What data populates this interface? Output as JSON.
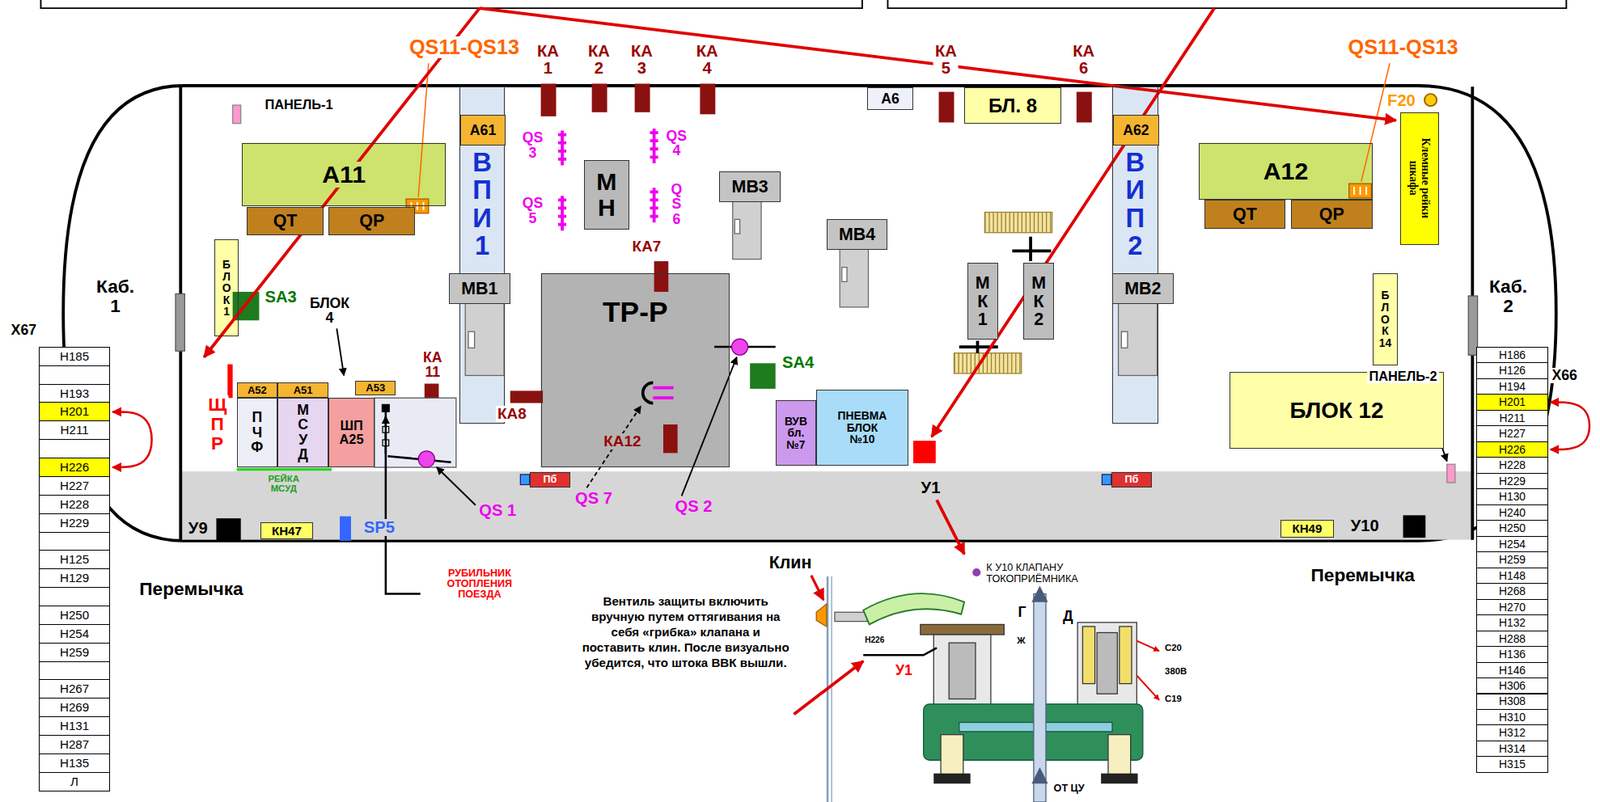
{
  "diagram": {
    "nodes": [
      {
        "text": [
          "А11"
        ]
      },
      {
        "text": [
          "QT"
        ]
      },
      {
        "text": [
          "QP"
        ]
      },
      {
        "text": [
          "Б Л О К 1"
        ]
      },
      {
        "text": [
          "В П И 1"
        ]
      },
      {
        "text": [
          "А61"
        ],
        "in": 4
      },
      {
        "text": [
          "М Н"
        ]
      },
      {
        "text": [
          "МВ1"
        ]
      },
      {
        "text": [
          "МВ3"
        ]
      },
      {
        "text": [
          "А6"
        ]
      },
      {
        "text": [
          "БЛ. 8"
        ]
      },
      {
        "text": [
          "МВ4"
        ]
      },
      {
        "text": [
          "ТР-Р"
        ]
      },
      {
        "text": [
          "ВУВ бл.№7"
        ]
      },
      {
        "text": [
          "ПНЕВМА БЛОК №10"
        ]
      },
      {
        "text": [
          "М К 1"
        ]
      },
      {
        "text": [
          "М К 2"
        ]
      },
      {
        "text": [
          "В И П 2"
        ]
      },
      {
        "text": [
          "А62"
        ],
        "in": 17
      },
      {
        "text": [
          "МВ2"
        ]
      },
      {
        "text": [
          "А12"
        ]
      },
      {
        "text": [
          "QT"
        ]
      },
      {
        "text": [
          "QP"
        ]
      },
      {
        "text": [
          "Клемные рейки шкафа"
        ]
      },
      {
        "text": [
          "Б Л О К 14"
        ]
      },
      {
        "text": [
          "БЛОК 12"
        ]
      },
      {
        "text": [
          "А52"
        ]
      },
      {
        "text": [
          "А51"
        ]
      },
      {
        "text": [
          "А53"
        ]
      },
      {
        "text": [
          "П Ч Ф"
        ]
      },
      {
        "text": [
          "М С У Д"
        ]
      },
      {
        "text": [
          "ШП А25"
        ]
      },
      {
        "text": [
          "Пб"
        ]
      },
      {
        "text": [
          "Пб"
        ]
      },
      {
        "text": [
          "КН47"
        ]
      },
      {
        "text": [
          "КН49"
        ]
      },
      {
        "text": [
          "Х67"
        ]
      },
      {
        "text": [
          "Н185"
        ],
        "in": 36
      },
      {
        "text": [
          "Н193"
        ],
        "in": 36
      },
      {
        "text": [
          "Н201"
        ],
        "in": 36
      },
      {
        "text": [
          "Н211"
        ],
        "in": 36
      },
      {
        "text": [
          "Н226"
        ],
        "in": 36
      },
      {
        "text": [
          "Н227"
        ],
        "in": 36
      },
      {
        "text": [
          "Н228"
        ],
        "in": 36
      },
      {
        "text": [
          "Н229"
        ],
        "in": 36
      },
      {
        "text": [
          "Н125"
        ],
        "in": 36
      },
      {
        "text": [
          "Н129"
        ],
        "in": 36
      },
      {
        "text": [
          "Н250"
        ],
        "in": 36
      },
      {
        "text": [
          "Н254"
        ],
        "in": 36
      },
      {
        "text": [
          "Н259"
        ],
        "in": 36
      },
      {
        "text": [
          "Н267"
        ],
        "in": 36
      },
      {
        "text": [
          "Н269"
        ],
        "in": 36
      },
      {
        "text": [
          "Н131"
        ],
        "in": 36
      },
      {
        "text": [
          "Н287"
        ],
        "in": 36
      },
      {
        "text": [
          "Н135"
        ],
        "in": 36
      },
      {
        "text": [
          "Л"
        ],
        "in": 36
      },
      {
        "text": [
          "Х66"
        ]
      },
      {
        "text": [
          "Н186"
        ],
        "in": 56
      },
      {
        "text": [
          "Н126"
        ],
        "in": 56
      },
      {
        "text": [
          "Н194"
        ],
        "in": 56
      },
      {
        "text": [
          "Н201"
        ],
        "in": 56
      },
      {
        "text": [
          "Н211"
        ],
        "in": 56
      },
      {
        "text": [
          "Н227"
        ],
        "in": 56
      },
      {
        "text": [
          "Н226"
        ],
        "in": 56
      },
      {
        "text": [
          "Н228"
        ],
        "in": 56
      },
      {
        "text": [
          "Н229"
        ],
        "in": 56
      },
      {
        "text": [
          "Н130"
        ],
        "in": 56
      },
      {
        "text": [
          "Н240"
        ],
        "in": 56
      },
      {
        "text": [
          "Н250"
        ],
        "in": 56
      },
      {
        "text": [
          "Н254"
        ],
        "in": 56
      },
      {
        "text": [
          "Н259"
        ],
        "in": 56
      },
      {
        "text": [
          "Н148"
        ],
        "in": 56
      },
      {
        "text": [
          "Н268"
        ],
        "in": 56
      },
      {
        "text": [
          "Н270"
        ],
        "in": 56
      },
      {
        "text": [
          "Н132"
        ],
        "in": 56
      },
      {
        "text": [
          "Н288"
        ],
        "in": 56
      },
      {
        "text": [
          "Н136"
        ],
        "in": 56
      },
      {
        "text": [
          "Н146"
        ],
        "in": 56
      },
      {
        "text": [
          "Н306"
        ],
        "in": 56
      },
      {
        "text": [
          "Н308"
        ],
        "in": 56
      },
      {
        "text": [
          "Н310"
        ],
        "in": 56
      },
      {
        "text": [
          "Н312"
        ],
        "in": 56
      },
      {
        "text": [
          "Н314"
        ],
        "in": 56
      },
      {
        "text": [
          "Н315"
        ],
        "in": 56
      }
    ],
    "edges": [
      {
        "from": 39,
        "to": 41,
        "arrow": "both"
      },
      {
        "from": 60,
        "to": 63,
        "arrow": "both"
      }
    ],
    "labels": [
      "QS11-QS13",
      "QS11-QS13",
      "ПАНЕЛЬ-1",
      "ПАНЕЛЬ-2",
      "КА 1",
      "КА 2",
      "КА 3",
      "КА 4",
      "КА 5",
      "КА 6",
      "КА7",
      "КА8",
      "КА12",
      "КА 11",
      "QS 3",
      "QS 5",
      "QS 4",
      "Q S 6",
      "QS 1",
      "QS 7",
      "QS 2",
      "SA3",
      "SA4",
      "БЛОК 4",
      "Щ П Р",
      "РЕЙКА МСУД",
      "F20",
      "У1",
      "У9",
      "У10",
      "SP5",
      "Каб. 1",
      "Каб. 2",
      "Перемычка",
      "Перемычка",
      "РУБИЛЬНИК ОТОПЛЕНИЯ ПОЕЗДА",
      "Клин",
      "К У10 КЛАПАНУ ТОКОПРИЁМНИКА",
      "Г",
      "Ж",
      "Д",
      "С20",
      "380В",
      "С19",
      "Н226",
      "У1",
      "ОТ ЦУ",
      "Вентиль защиты включить вручную путем оттягивания на себя «грибка» клапана и поставить клин. После визуально убедится, что штока ВВК вышли."
    ]
  }
}
